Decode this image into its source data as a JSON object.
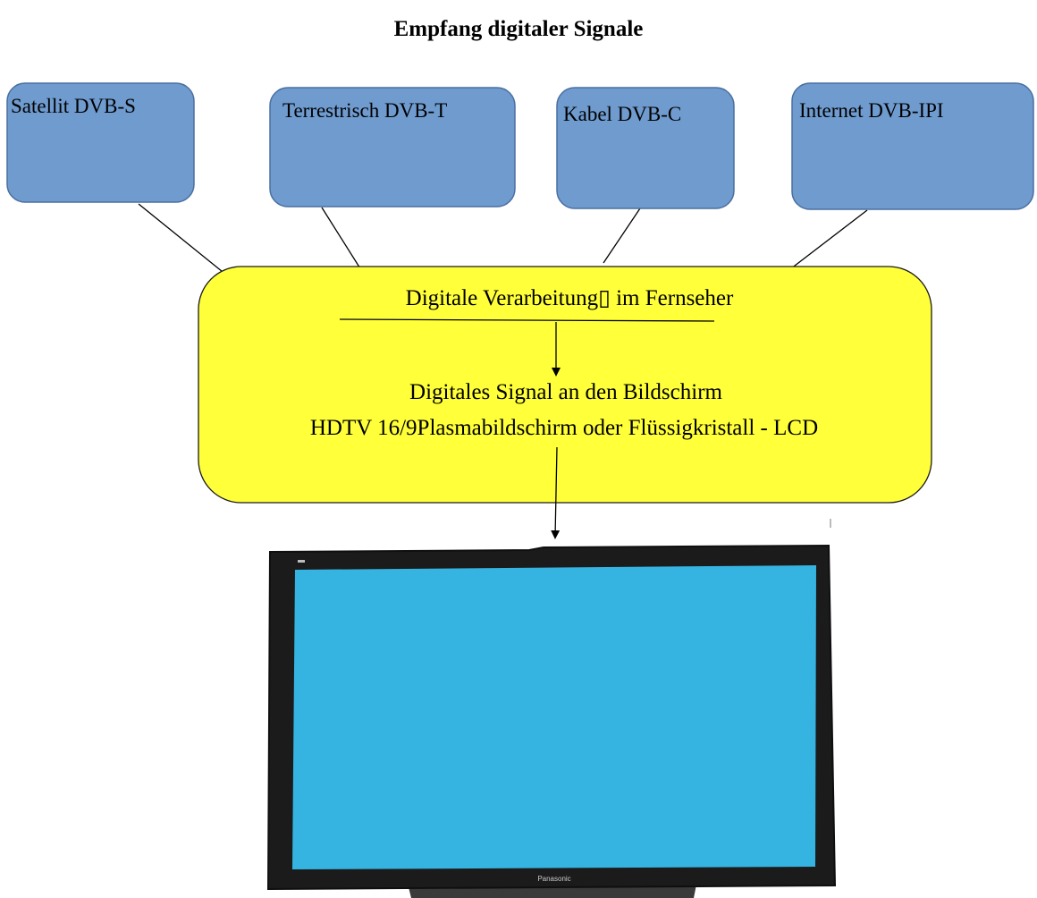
{
  "title": "Empfang digitaler Signale",
  "sources": [
    {
      "label": "Satellit DVB-S"
    },
    {
      "label": "Terrestrisch DVB-T"
    },
    {
      "label": "Kabel DVB-C"
    },
    {
      "label": "Internet DVB-IPI"
    }
  ],
  "processing": {
    "heading": "Digitale Verarbeitung▯ im Fernseher",
    "line1": "Digitales Signal an den Bildschirm",
    "line2": "HDTV 16/9Plasmabildschirm oder Flüssigkristall - LCD"
  },
  "tv": {
    "brand": "Panasonic"
  },
  "colors": {
    "source_box_fill": "#6f9bcf",
    "source_box_stroke": "#4a6fa0",
    "processing_fill": "#ffff3a",
    "tv_screen": "#35b4e2",
    "tv_frame": "#1b1b1b"
  }
}
